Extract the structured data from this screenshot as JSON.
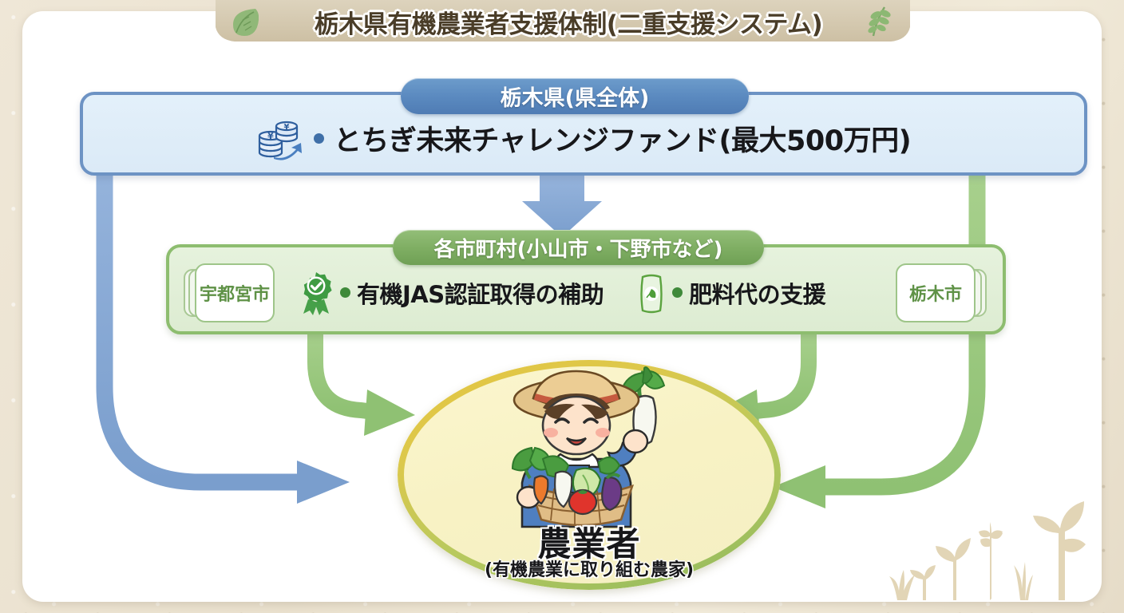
{
  "banner": {
    "title": "栃木県有機農業者支援体制(二重支援システム)",
    "leaf_left_icon": "leaf-icon",
    "leaf_right_icon": "fern-branch-icon"
  },
  "prefecture": {
    "badge_label": "栃木県(県全体)",
    "item_icon": "coin-stack-yen-icon",
    "item_label": "とちぎ未来チャレンジファンド(最大500万円)",
    "box_fill": "#dfeef9",
    "box_border": "#6d93c4",
    "badge_color": "#5b8ac0"
  },
  "municipality": {
    "badge_label": "各市町村(小山市・下野市など)",
    "city_left": "宇都宮市",
    "city_right": "栃木市",
    "items": [
      {
        "icon": "rosette-check-icon",
        "label": "有機JAS認証取得の補助"
      },
      {
        "icon": "fertilizer-bag-icon",
        "label": "肥料代の支援"
      }
    ],
    "box_fill": "#e2efd9",
    "box_border": "#8dbd6f",
    "badge_color": "#7fae63"
  },
  "farmer": {
    "title": "農業者",
    "subtitle": "(有機農業に取り組む農家)",
    "illustration_icon": "farmer-with-vegetable-basket-icon",
    "ellipse_fill": "#f8f2c6",
    "ellipse_border_top": "#e0c545",
    "ellipse_border_bottom": "#8fb95e"
  },
  "arrows": {
    "pref_to_muni_color": "#7fa3cf",
    "pref_to_farmer_color": "#7fa3cf",
    "muni_to_farmer_color": "#93c47d"
  },
  "decor": {
    "corner_plants_icon": "plant-silhouettes-icon",
    "corner_plants_color": "#e0d3b4"
  }
}
